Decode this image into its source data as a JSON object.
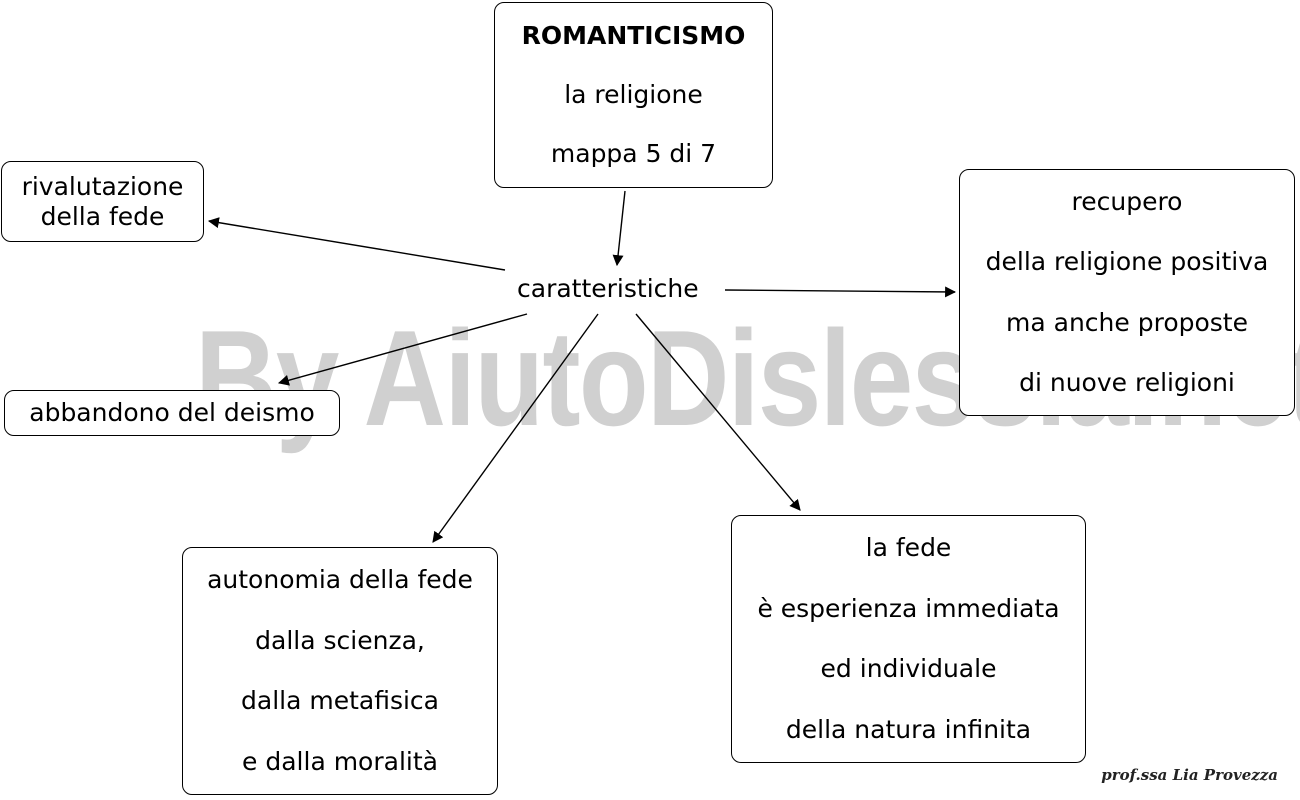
{
  "watermark": "By AiutoDislessia.net",
  "signature": "prof.ssa Lia Provezza",
  "center": {
    "label": "caratteristiche"
  },
  "title_box": {
    "title": "ROMANTICISMO",
    "subtitle": "la religione",
    "page": "mappa 5 di 7"
  },
  "nodes": {
    "rivalutazione": [
      "rivalutazione",
      "della fede"
    ],
    "abbandono": [
      "abbandono del deismo"
    ],
    "recupero": [
      "recupero",
      "della religione positiva",
      "ma anche proposte",
      "di nuove religioni"
    ],
    "autonomia": [
      "autonomia della fede",
      "dalla scienza,",
      "dalla metafisica",
      "e dalla moralità"
    ],
    "fede": [
      "la fede",
      "è esperienza immediata",
      "ed individuale",
      "della natura infinita"
    ]
  }
}
